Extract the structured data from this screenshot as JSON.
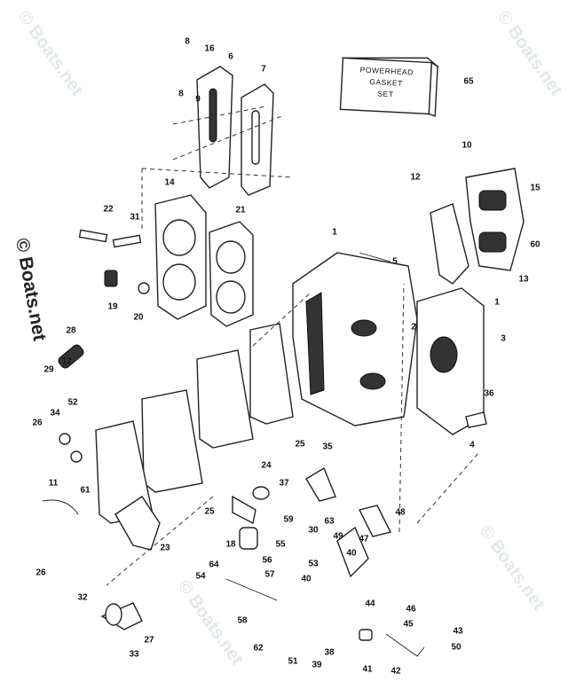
{
  "diagram": {
    "kit_label": [
      "POWERHEAD",
      "GASKET",
      "SET"
    ],
    "watermark": "© Boats.net",
    "callouts": [
      "8",
      "16",
      "6",
      "7",
      "8",
      "9",
      "65",
      "10",
      "12",
      "15",
      "14",
      "22",
      "31",
      "21",
      "1",
      "5",
      "60",
      "13",
      "1",
      "19",
      "20",
      "2",
      "3",
      "28",
      "17",
      "29",
      "52",
      "34",
      "26",
      "36",
      "4",
      "25",
      "35",
      "24",
      "11",
      "61",
      "25",
      "37",
      "59",
      "30",
      "63",
      "48",
      "18",
      "23",
      "55",
      "56",
      "53",
      "49",
      "47",
      "40",
      "26",
      "64",
      "54",
      "57",
      "40",
      "46",
      "45",
      "44",
      "32",
      "58",
      "27",
      "43",
      "50",
      "62",
      "33",
      "38",
      "51",
      "39",
      "41",
      "42"
    ]
  }
}
